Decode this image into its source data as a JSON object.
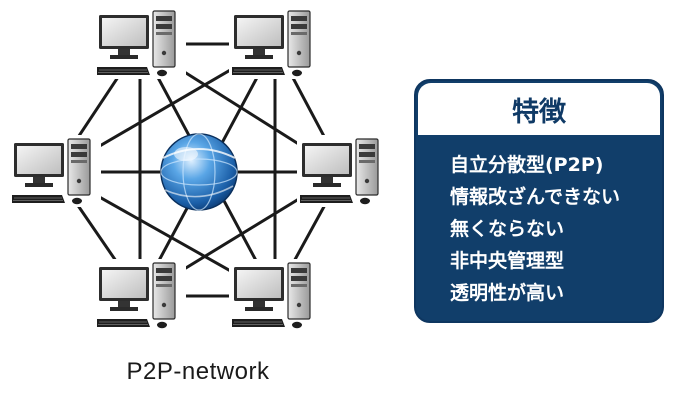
{
  "caption": "P2P-network",
  "features": {
    "title": "特徴",
    "items": [
      "自立分散型(P2P)",
      "情報改ざんできない",
      "無くならない",
      "非中央管理型",
      "透明性が高い"
    ]
  },
  "nodes": [
    {
      "name": "computer-top-left"
    },
    {
      "name": "computer-top-right"
    },
    {
      "name": "computer-right"
    },
    {
      "name": "computer-bottom-right"
    },
    {
      "name": "computer-bottom-left"
    },
    {
      "name": "computer-left"
    }
  ],
  "colors": {
    "card_background": "#113e6a",
    "card_title": "#0f3a66",
    "card_text": "#ffffff",
    "link": "#1a1a1a"
  }
}
